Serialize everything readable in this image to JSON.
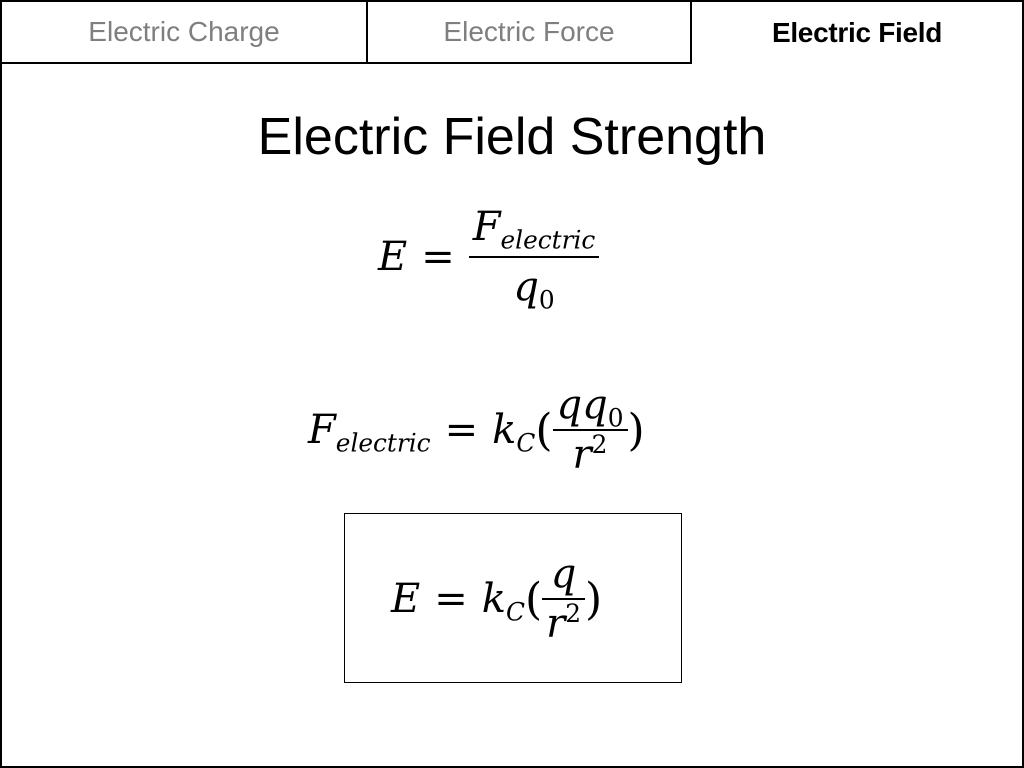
{
  "tabs": [
    {
      "label": "Electric Charge",
      "active": false
    },
    {
      "label": "Electric Force",
      "active": false
    },
    {
      "label": "Electric Field",
      "active": true
    }
  ],
  "title": "Electric Field Strength",
  "equations": {
    "field_definition": {
      "lhs": "E",
      "equals": "=",
      "numerator_symbol": "F",
      "numerator_subscript": "electric",
      "denominator_symbol": "q",
      "denominator_subscript": "0"
    },
    "coulomb_force": {
      "lhs_symbol": "F",
      "lhs_subscript": "electric",
      "equals": "=",
      "constant_symbol": "k",
      "constant_subscript": "C",
      "open_paren": "(",
      "numerator_a": "q",
      "numerator_b": "q",
      "numerator_b_subscript": "0",
      "denominator_symbol": "r",
      "denominator_exponent": "2",
      "close_paren": ")"
    },
    "field_result": {
      "lhs": "E",
      "equals": "=",
      "constant_symbol": "k",
      "constant_subscript": "C",
      "open_paren": "(",
      "numerator": "q",
      "denominator_symbol": "r",
      "denominator_exponent": "2",
      "close_paren": ")"
    }
  }
}
